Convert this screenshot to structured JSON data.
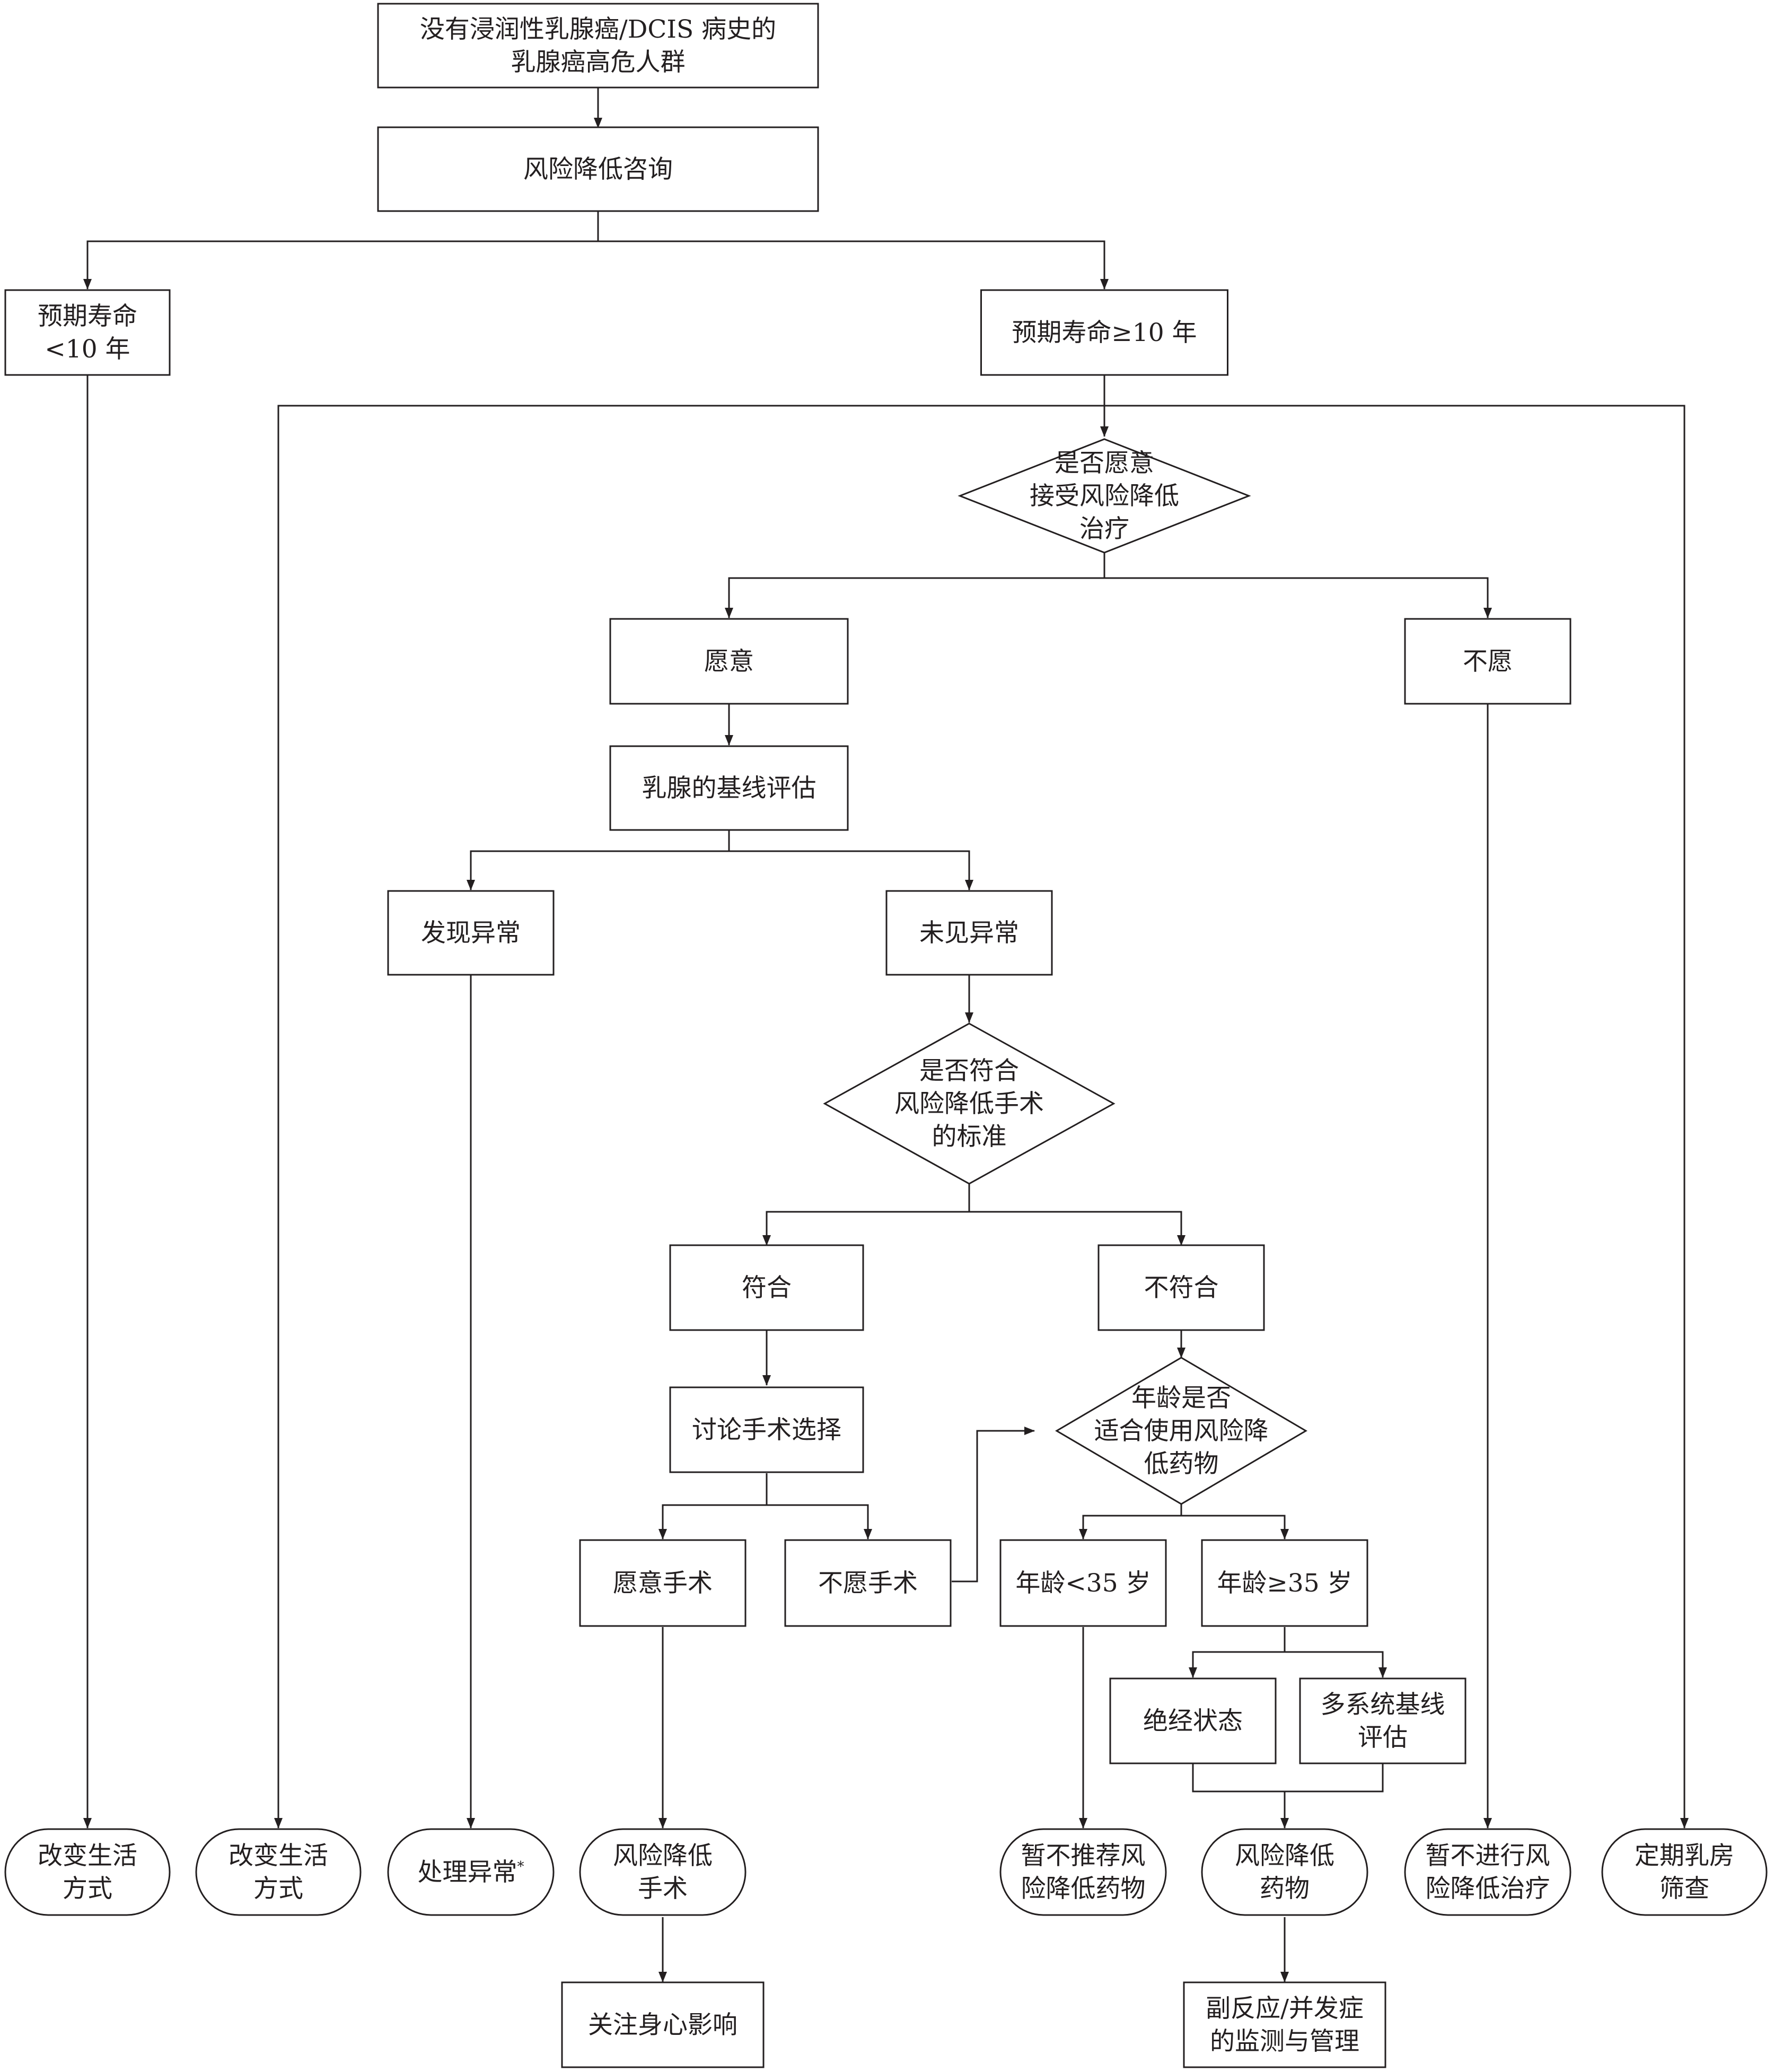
{
  "nodes": {
    "start": "没有浸润性乳腺癌/DCIS 病史的\n乳腺癌高危人群",
    "consult": "风险降低咨询",
    "life_lt10": "预期寿命\n<10 年",
    "life_ge10": "预期寿命≥10 年",
    "willing_q": "是否愿意\n接受风险降低\n治疗",
    "willing": "愿意",
    "unwilling": "不愿",
    "baseline": "乳腺的基线评估",
    "abnormal": "发现异常",
    "normal": "未见异常",
    "surgery_q": "是否符合\n风险降低手术\n的标准",
    "eligible": "符合",
    "ineligible": "不符合",
    "discuss": "讨论手术选择",
    "want_surgery": "愿意手术",
    "refuse_surgery": "不愿手术",
    "age_q": "年龄是否\n适合使用风险降\n低药物",
    "age_lt35": "年龄<35 岁",
    "age_ge35": "年龄≥35 岁",
    "menopause": "绝经状态",
    "multi_baseline": "多系统基线\n评估",
    "out_lifestyle_1": "改变生活\n方式",
    "out_lifestyle_2": "改变生活\n方式",
    "out_handle": "处理异常",
    "out_handle_mark": "*",
    "out_surgery": "风险降低\n手术",
    "out_no_drug": "暂不推荐风\n险降低药物",
    "out_drug": "风险降低\n药物",
    "out_no_treat": "暂不进行风\n险降低治疗",
    "out_screening": "定期乳房\n筛查",
    "psych": "关注身心影响",
    "side_effects": "副反应/并发症\n的监测与管理"
  }
}
